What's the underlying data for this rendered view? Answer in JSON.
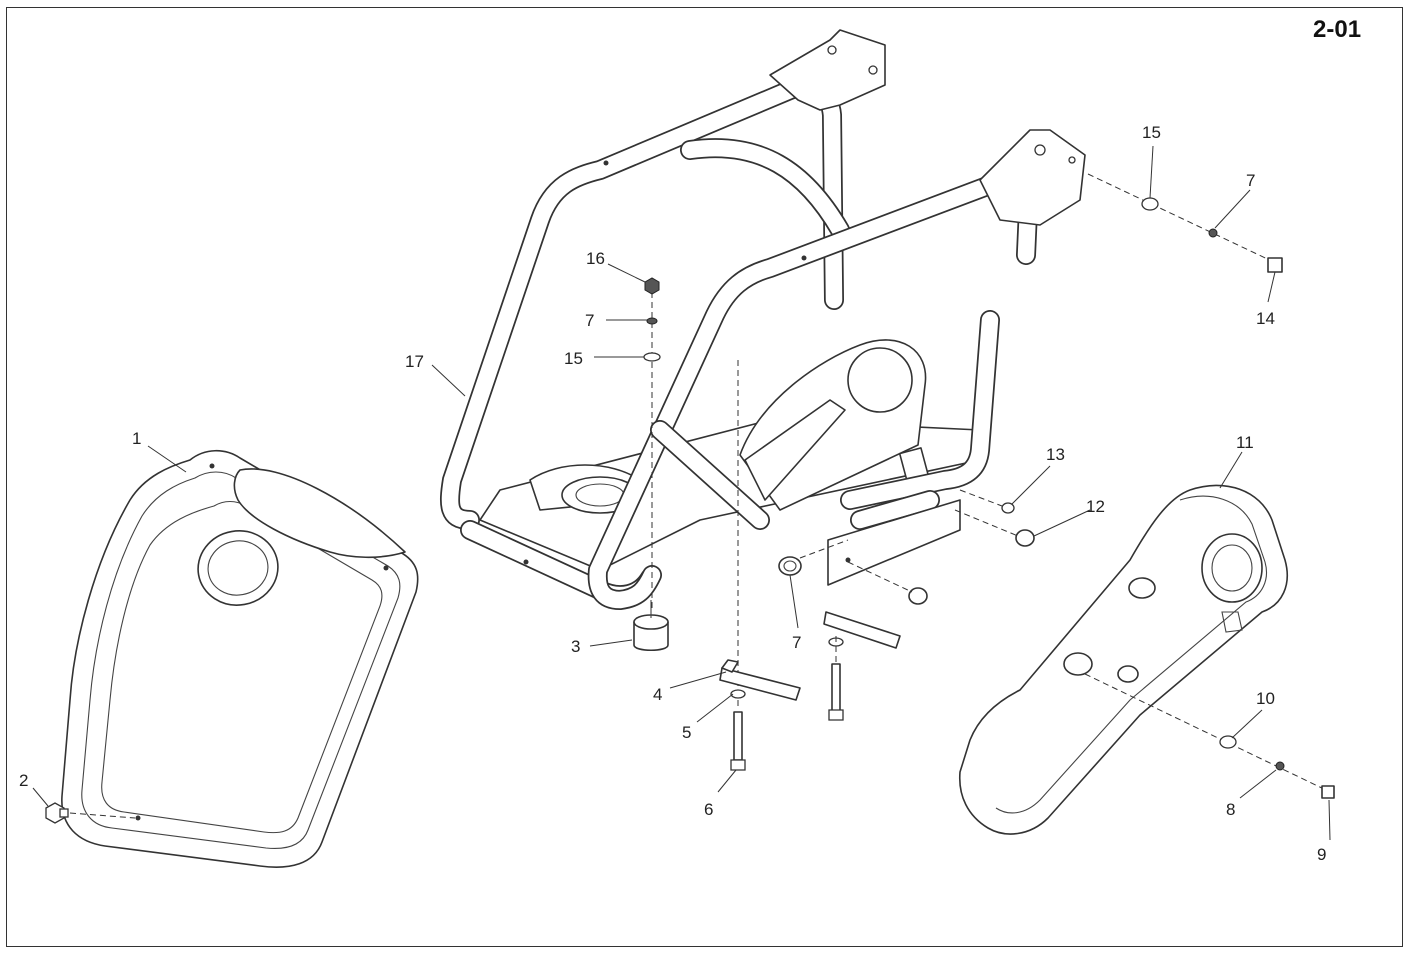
{
  "diagram": {
    "page_code": "2-01",
    "callouts": [
      {
        "id": "c1",
        "label": "1"
      },
      {
        "id": "c2",
        "label": "2"
      },
      {
        "id": "c3",
        "label": "3"
      },
      {
        "id": "c4",
        "label": "4"
      },
      {
        "id": "c5",
        "label": "5"
      },
      {
        "id": "c6",
        "label": "6"
      },
      {
        "id": "c7a",
        "label": "7"
      },
      {
        "id": "c7b",
        "label": "7"
      },
      {
        "id": "c7c",
        "label": "7"
      },
      {
        "id": "c8",
        "label": "8"
      },
      {
        "id": "c9",
        "label": "9"
      },
      {
        "id": "c10",
        "label": "10"
      },
      {
        "id": "c11",
        "label": "11"
      },
      {
        "id": "c12",
        "label": "12"
      },
      {
        "id": "c13",
        "label": "13"
      },
      {
        "id": "c14",
        "label": "14"
      },
      {
        "id": "c15a",
        "label": "15"
      },
      {
        "id": "c15b",
        "label": "15"
      },
      {
        "id": "c16",
        "label": "16"
      },
      {
        "id": "c17",
        "label": "17"
      }
    ]
  }
}
